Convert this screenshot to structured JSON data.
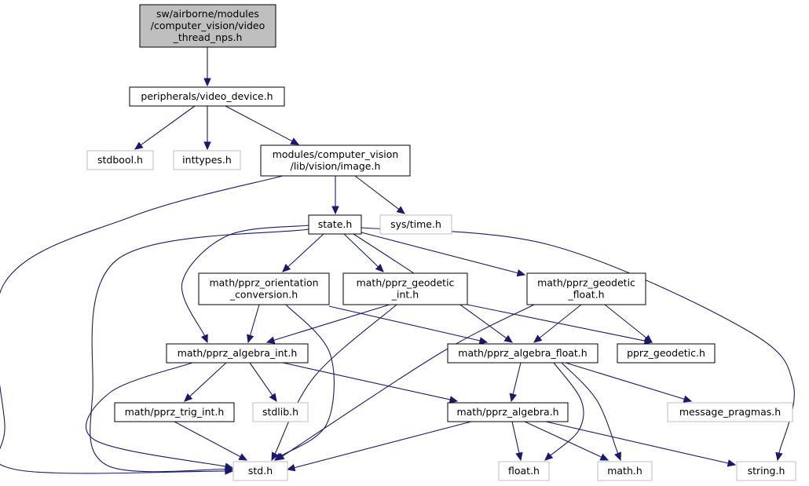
{
  "graph": {
    "colors": {
      "edge": "#191970",
      "focus_fill": "#bfbfbf",
      "node_border": "#000000",
      "external_border": "#bfbfbf",
      "text": "#000000",
      "external_text": "#000000"
    },
    "nodes": [
      {
        "id": "video_thread_nps",
        "kind": "focus",
        "lines": [
          "sw/airborne/modules",
          "/computer_vision/video",
          "_thread_nps.h"
        ]
      },
      {
        "id": "video_device",
        "kind": "normal",
        "lines": [
          "peripherals/video_device.h"
        ]
      },
      {
        "id": "stdbool",
        "kind": "external",
        "lines": [
          "stdbool.h"
        ]
      },
      {
        "id": "inttypes",
        "kind": "external",
        "lines": [
          "inttypes.h"
        ]
      },
      {
        "id": "image",
        "kind": "normal",
        "lines": [
          "modules/computer_vision",
          "/lib/vision/image.h"
        ]
      },
      {
        "id": "state",
        "kind": "normal",
        "lines": [
          "state.h"
        ]
      },
      {
        "id": "systime",
        "kind": "external",
        "lines": [
          "sys/time.h"
        ]
      },
      {
        "id": "orient",
        "kind": "normal",
        "lines": [
          "math/pprz_orientation",
          "_conversion.h"
        ]
      },
      {
        "id": "geod_int",
        "kind": "normal",
        "lines": [
          "math/pprz_geodetic",
          "_int.h"
        ]
      },
      {
        "id": "geod_float",
        "kind": "normal",
        "lines": [
          "math/pprz_geodetic",
          "_float.h"
        ]
      },
      {
        "id": "alg_int",
        "kind": "normal",
        "lines": [
          "math/pprz_algebra_int.h"
        ]
      },
      {
        "id": "alg_float",
        "kind": "normal",
        "lines": [
          "math/pprz_algebra_float.h"
        ]
      },
      {
        "id": "pprz_geodetic",
        "kind": "normal",
        "lines": [
          "pprz_geodetic.h"
        ]
      },
      {
        "id": "trig_int",
        "kind": "normal",
        "lines": [
          "math/pprz_trig_int.h"
        ]
      },
      {
        "id": "stdlib",
        "kind": "external",
        "lines": [
          "stdlib.h"
        ]
      },
      {
        "id": "alg",
        "kind": "normal",
        "lines": [
          "math/pprz_algebra.h"
        ]
      },
      {
        "id": "msg_pragmas",
        "kind": "external",
        "lines": [
          "message_pragmas.h"
        ]
      },
      {
        "id": "std",
        "kind": "external",
        "lines": [
          "std.h"
        ]
      },
      {
        "id": "floath",
        "kind": "external",
        "lines": [
          "float.h"
        ]
      },
      {
        "id": "mathh",
        "kind": "external",
        "lines": [
          "math.h"
        ]
      },
      {
        "id": "stringh",
        "kind": "external",
        "lines": [
          "string.h"
        ]
      }
    ],
    "edges": [
      {
        "from": "video_thread_nps",
        "to": "video_device"
      },
      {
        "from": "video_device",
        "to": "stdbool"
      },
      {
        "from": "video_device",
        "to": "inttypes"
      },
      {
        "from": "video_device",
        "to": "image"
      },
      {
        "from": "image",
        "to": "state"
      },
      {
        "from": "image",
        "to": "systime"
      },
      {
        "from": "image",
        "to": "std"
      },
      {
        "from": "state",
        "to": "orient"
      },
      {
        "from": "state",
        "to": "geod_int"
      },
      {
        "from": "state",
        "to": "geod_float"
      },
      {
        "from": "state",
        "to": "alg_int"
      },
      {
        "from": "state",
        "to": "alg_float"
      },
      {
        "from": "state",
        "to": "std"
      },
      {
        "from": "state",
        "to": "stringh"
      },
      {
        "from": "orient",
        "to": "alg_int"
      },
      {
        "from": "orient",
        "to": "alg_float"
      },
      {
        "from": "orient",
        "to": "std"
      },
      {
        "from": "geod_int",
        "to": "alg_int"
      },
      {
        "from": "geod_int",
        "to": "pprz_geodetic"
      },
      {
        "from": "geod_int",
        "to": "std"
      },
      {
        "from": "geod_float",
        "to": "alg_float"
      },
      {
        "from": "geod_float",
        "to": "pprz_geodetic"
      },
      {
        "from": "geod_float",
        "to": "std"
      },
      {
        "from": "alg_int",
        "to": "trig_int"
      },
      {
        "from": "alg_int",
        "to": "stdlib"
      },
      {
        "from": "alg_int",
        "to": "alg"
      },
      {
        "from": "alg_int",
        "to": "std"
      },
      {
        "from": "trig_int",
        "to": "std"
      },
      {
        "from": "alg_float",
        "to": "alg"
      },
      {
        "from": "alg_float",
        "to": "msg_pragmas"
      },
      {
        "from": "alg_float",
        "to": "floath"
      },
      {
        "from": "alg_float",
        "to": "mathh"
      },
      {
        "from": "alg",
        "to": "std"
      },
      {
        "from": "alg",
        "to": "floath"
      },
      {
        "from": "alg",
        "to": "mathh"
      },
      {
        "from": "alg",
        "to": "stringh"
      }
    ]
  }
}
